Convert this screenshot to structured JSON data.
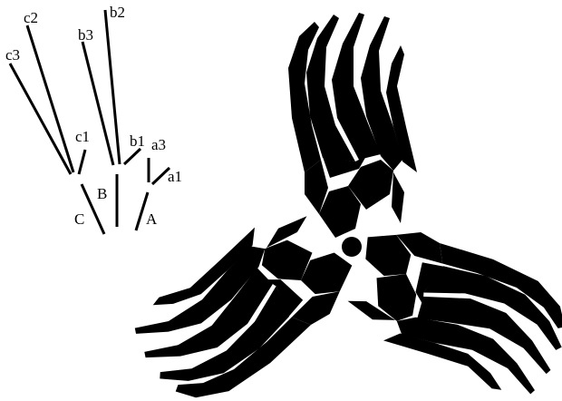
{
  "diagram": {
    "labels": {
      "c2": "c2",
      "b2": "b2",
      "b3": "b3",
      "c3": "c3",
      "c1": "c1",
      "b1": "b1",
      "a3": "a3",
      "a1": "a1",
      "B": "B",
      "C": "C",
      "A": "A"
    },
    "fill_color": "#000000",
    "background_color": "#ffffff"
  }
}
